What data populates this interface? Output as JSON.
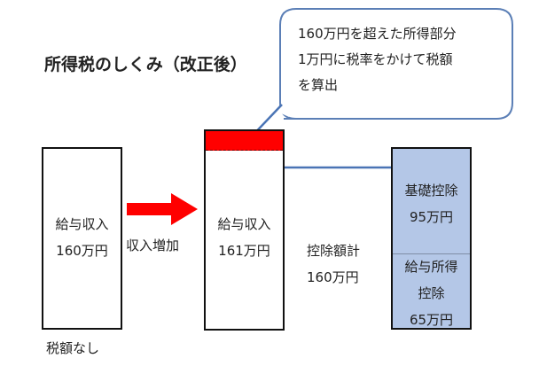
{
  "title": "所得税のしくみ（改正後）",
  "callout": {
    "line1": "160万円を超えた所得部分",
    "line2": "1万円に税率をかけて税額",
    "line3": "を算出"
  },
  "left_box": {
    "line1": "給与収入",
    "line2": "160万円"
  },
  "increase_label": "収入増加",
  "middle_box": {
    "line1": "給与収入",
    "line2": "161万円"
  },
  "deduction_total": {
    "line1": "控除額計",
    "line2": "160万円"
  },
  "right_box": {
    "basic": {
      "line1": "基礎控除",
      "line2": "95万円"
    },
    "salary": {
      "line1": "給与所得",
      "line2": "控除",
      "line3": "65万円"
    }
  },
  "no_tax_label": "税額なし",
  "colors": {
    "taxable_band": "#ff0000",
    "increase_arrow": "#ff0000",
    "deduction_fill": "#b4c7e7",
    "callout_border": "#5b7fb6",
    "pointer_arrow": "#4a74b5"
  }
}
